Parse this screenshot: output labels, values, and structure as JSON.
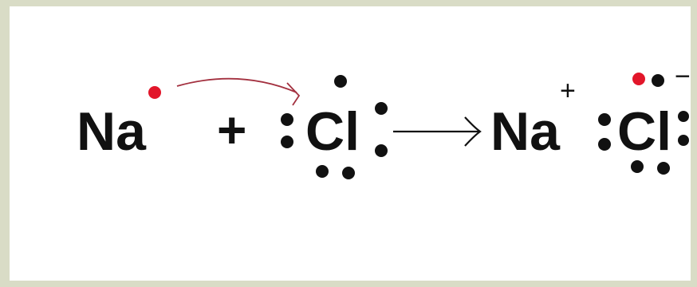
{
  "diagram": {
    "reactant_sodium": "Na",
    "plus_operator": "+",
    "reactant_chlorine": "Cl",
    "product_sodium": "Na",
    "product_sodium_charge": "+",
    "product_chloride": "Cl",
    "product_chloride_charge": "−"
  },
  "colors": {
    "background": "#ffffff",
    "border": "#d9dcc6",
    "electron": "#111111",
    "transferred_electron": "#e2162a",
    "transfer_arrow": "#a3303f",
    "reaction_arrow": "#111111"
  }
}
